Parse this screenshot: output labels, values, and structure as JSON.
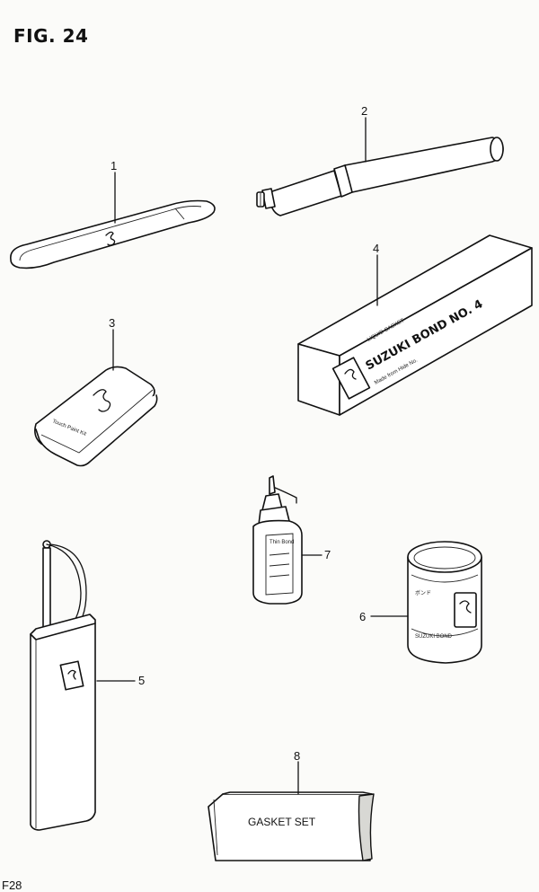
{
  "figure_title": "FIG. 24",
  "page_code": "F28",
  "parts": [
    {
      "number": "1"
    },
    {
      "number": "2"
    },
    {
      "number": "3"
    },
    {
      "number": "4"
    },
    {
      "number": "5"
    },
    {
      "number": "6"
    },
    {
      "number": "7"
    },
    {
      "number": "8"
    }
  ],
  "item4_box": {
    "line_top": "LIQUID GASKET",
    "brand_text": "SUZUKI BOND NO. 4",
    "small_text": "Made from Hide No."
  },
  "item3_case_text": "Touch Paint Kit",
  "item7_bottle_label": "Thin Bond",
  "item8_label": "GASKET SET",
  "colors": {
    "ink": "#111111",
    "paper": "#fbfbf9"
  }
}
